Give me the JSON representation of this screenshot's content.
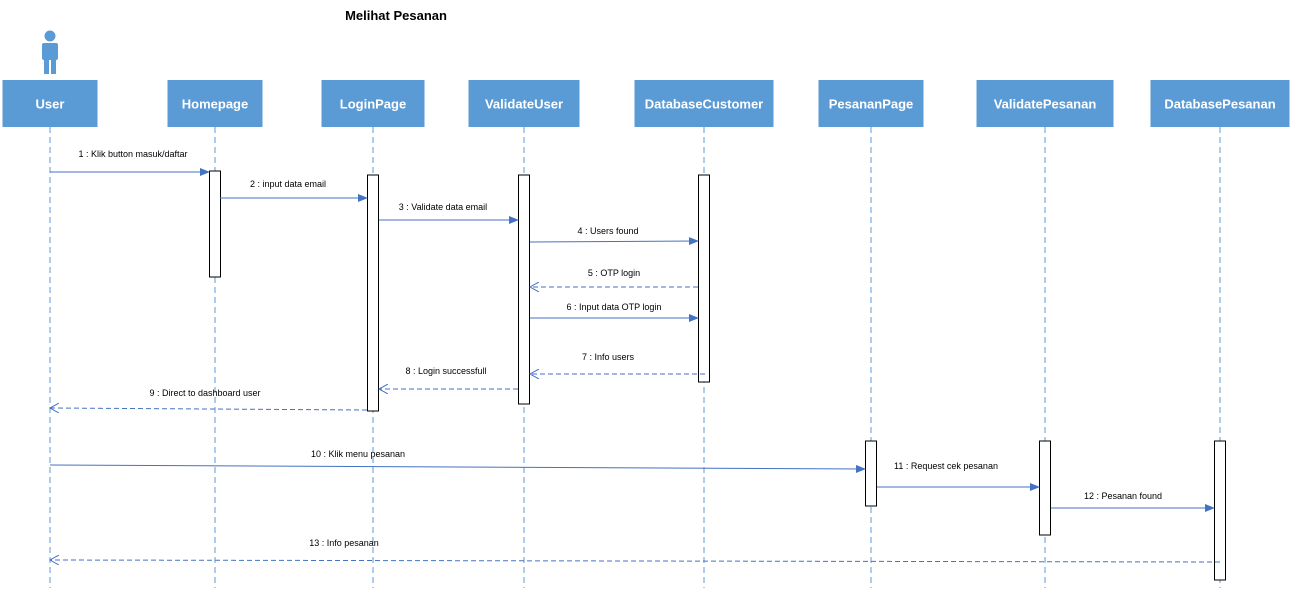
{
  "diagram": {
    "title": "Melihat Pesanan",
    "colors": {
      "header_fill": "#5b9bd5",
      "line": "#4472c4",
      "lifeline": "#5b9bd5",
      "label_text": "#ffffff"
    },
    "actor_icon": "person-icon",
    "lifelines": [
      {
        "id": "user",
        "label": "User"
      },
      {
        "id": "homepage",
        "label": "Homepage"
      },
      {
        "id": "loginpage",
        "label": "LoginPage"
      },
      {
        "id": "validateuser",
        "label": "ValidateUser"
      },
      {
        "id": "databasecustomer",
        "label": "DatabaseCustomer"
      },
      {
        "id": "pesananpage",
        "label": "PesananPage"
      },
      {
        "id": "validatepesanan",
        "label": "ValidatePesanan"
      },
      {
        "id": "databasepesanan",
        "label": "DatabasePesanan"
      }
    ],
    "messages": [
      {
        "label": "1 : Klik button masuk/daftar",
        "from": "user",
        "to": "homepage",
        "kind": "call"
      },
      {
        "label": "2 : input data email",
        "from": "homepage",
        "to": "loginpage",
        "kind": "call"
      },
      {
        "label": "3 : Validate data email",
        "from": "loginpage",
        "to": "validateuser",
        "kind": "call"
      },
      {
        "label": "4 : Users found",
        "from": "validateuser",
        "to": "databasecustomer",
        "kind": "call"
      },
      {
        "label": "5 : OTP login",
        "from": "databasecustomer",
        "to": "validateuser",
        "kind": "return"
      },
      {
        "label": "6 : Input data OTP login",
        "from": "validateuser",
        "to": "databasecustomer",
        "kind": "call"
      },
      {
        "label": "7 : Info users",
        "from": "databasecustomer",
        "to": "validateuser",
        "kind": "return"
      },
      {
        "label": "8 : Login successfull",
        "from": "validateuser",
        "to": "loginpage",
        "kind": "return"
      },
      {
        "label": "9 : Direct to dashboard user",
        "from": "loginpage",
        "to": "user",
        "kind": "return"
      },
      {
        "label": "10 : Klik menu pesanan",
        "from": "user",
        "to": "pesananpage",
        "kind": "call"
      },
      {
        "label": "11 : Request cek pesanan",
        "from": "pesananpage",
        "to": "validatepesanan",
        "kind": "call"
      },
      {
        "label": "12 : Pesanan found",
        "from": "validatepesanan",
        "to": "databasepesanan",
        "kind": "call"
      },
      {
        "label": "13 : Info pesanan",
        "from": "databasepesanan",
        "to": "user",
        "kind": "return"
      }
    ]
  }
}
